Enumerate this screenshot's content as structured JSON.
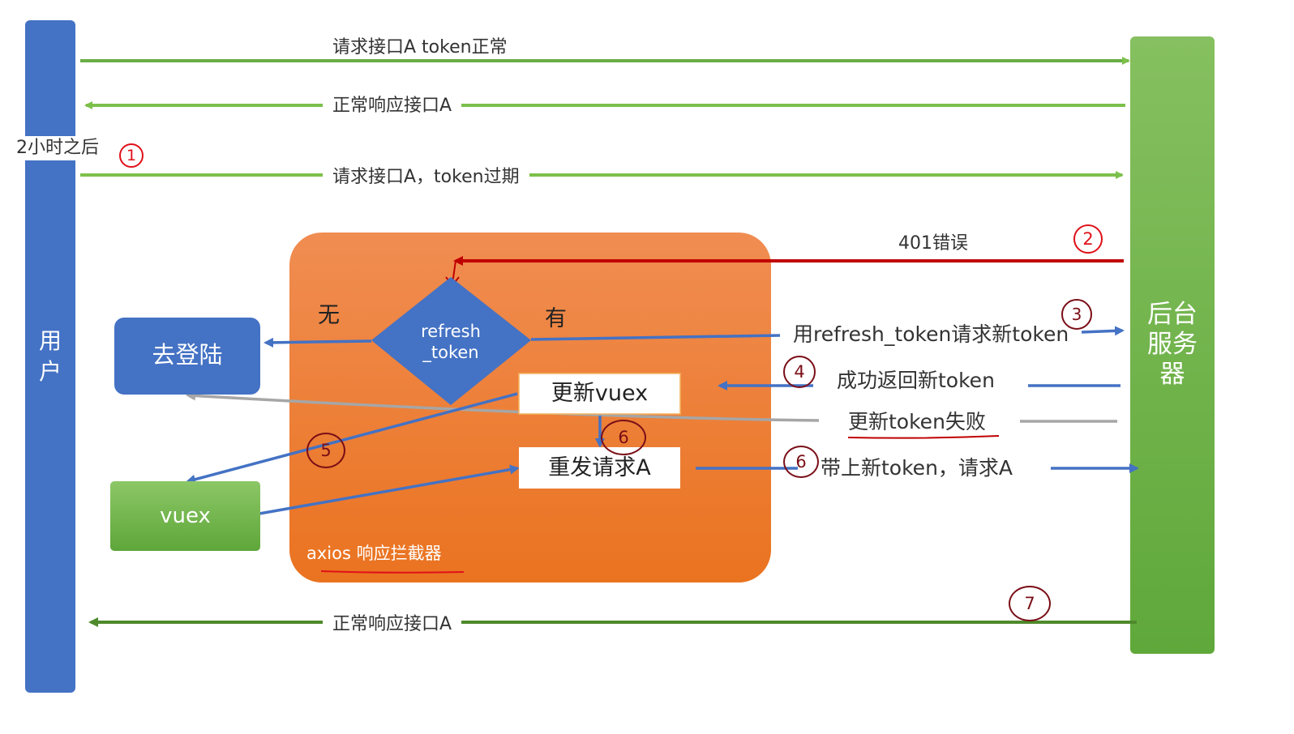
{
  "lanes": {
    "user_label": "用\n户",
    "server_label": "后台\n服务\n器"
  },
  "flow": {
    "req_ok": "请求接口A token正常",
    "resp_ok_top": "正常响应接口A",
    "after_2h": "2小时之后",
    "req_expired": "请求接口A，token过期",
    "err_401": "401错误",
    "use_refresh": "用refresh_token请求新token",
    "return_new": "成功返回新token",
    "refresh_failed": "更新token失败",
    "resend_with_new": "带上新token，请求A",
    "resp_ok_bottom": "正常响应接口A"
  },
  "interceptor": {
    "caption": "axios 响应拦截器",
    "decision": "refresh\n_token",
    "branch_no": "无",
    "branch_yes": "有",
    "update_vuex": "更新vuex",
    "resend_a": "重发请求A"
  },
  "boxes": {
    "login": "去登陆",
    "vuex": "vuex"
  },
  "steps": [
    "1",
    "2",
    "3",
    "4",
    "5",
    "6",
    "6",
    "7"
  ],
  "colors": {
    "user_lane": "#4472c4",
    "server_lane": "#6aad45",
    "interceptor": "#ee7d31",
    "light_green_arrow": "#7cc04b",
    "dark_green_arrow": "#4f8a2c",
    "red_arrow": "#c00000",
    "blue_arrow": "#4472c4",
    "gray_arrow": "#a6a6a6"
  }
}
